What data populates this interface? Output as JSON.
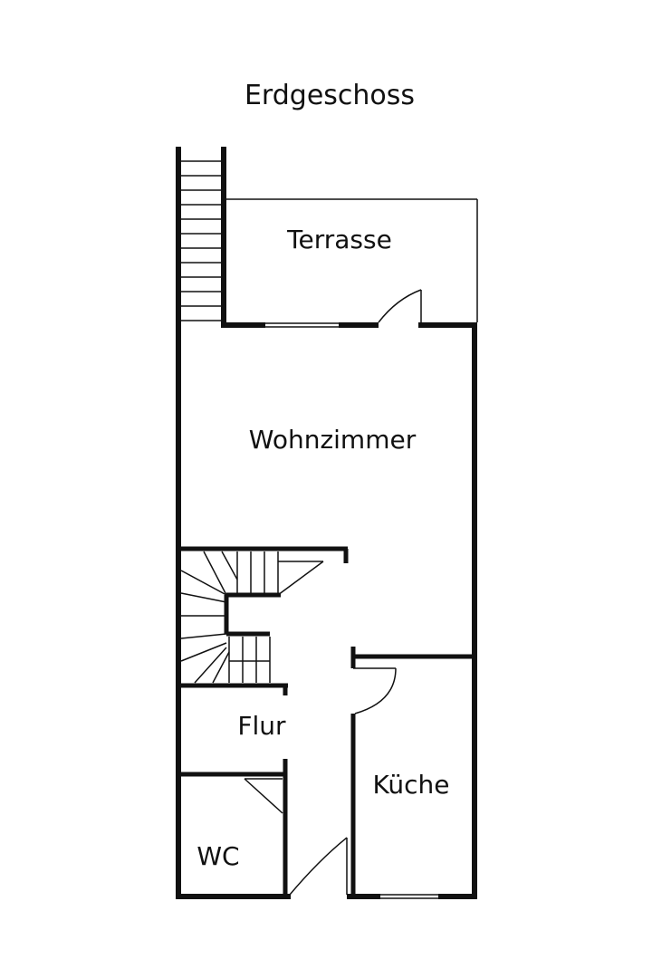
{
  "title": "Erdgeschoss",
  "rooms": {
    "terrace": "Terrasse",
    "living": "Wohnzimmer",
    "hall": "Flur",
    "kitchen": "Küche",
    "wc": "WC"
  },
  "colors": {
    "wall": "#111111",
    "background": "#ffffff"
  }
}
